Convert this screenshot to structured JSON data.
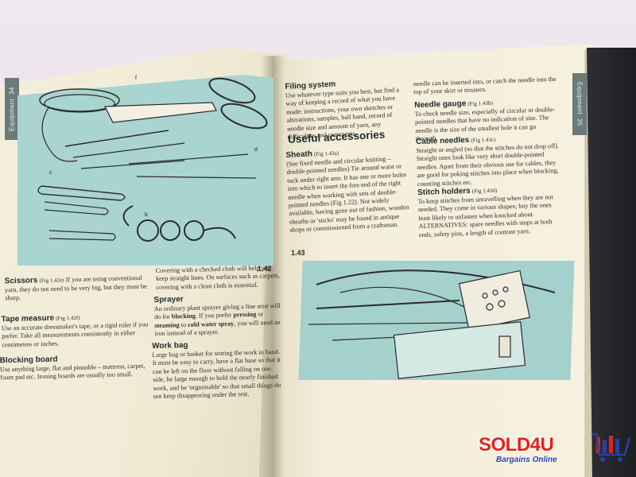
{
  "left_page": {
    "side_tab": "Equipment",
    "page_number": "34",
    "scissors": {
      "heading": "Scissors",
      "fig": "(Fig 1.42e)",
      "body": "If you are using conventional yarn, they do not need to be very big, but they must be sharp."
    },
    "tape_measure": {
      "heading": "Tape measure",
      "fig": "(Fig 1.42f)",
      "body": "Use an accurate dressmaker's tape, or a rigid ruler if you prefer. Take all measurements consistently in either centimetres or inches."
    },
    "blocking_board": {
      "heading": "Blocking board",
      "body": "Use anything large, flat and pinnable – mattress, carpet, foam pad etc. Ironing boards are usually too small."
    },
    "covering_text": "Covering with a checked cloth will help you keep straight lines. On surfaces such as carpets, covering with a clean cloth is essential.",
    "sprayer": {
      "heading": "Sprayer",
      "body_a": "An ordinary plant sprayer giving a fine mist will do for ",
      "bold_a": "blocking",
      "body_b": ". If you prefer ",
      "bold_b": "pressing",
      "body_c": " or ",
      "bold_c": "steaming",
      "body_d": " to ",
      "bold_d": "cold water spray",
      "body_e": ", you will need an iron instead of a sprayer."
    },
    "work_bag": {
      "heading": "Work bag",
      "body": "Large bag or basket for storing the work in hand. It must be easy to carry, have a flat base so that it can be left on the floor without falling on one side, be large enough to hold the nearly finished work, and be 'organisable' so that small things do not keep disappearing under the rest."
    },
    "fig_label": "1.42"
  },
  "right_page": {
    "side_tab": "Equipment",
    "page_number": "35",
    "filing_system": {
      "heading": "Filing system",
      "body": "Use whatever type suits you best, but find a way of keeping a record of what you have made: instructions, your own sketches or alterations, samples, ball band, record of needle size and amount of yarn, any difficulties and comments."
    },
    "useful_accessories": "Useful accessories",
    "sheath": {
      "heading": "Sheath",
      "fig": "(Fig 1.43a)",
      "body": "(See fixed needle and circular knitting – double-pointed needles) Tie around waist or tuck under right arm. It has one or more holes into which to insert the free end of the right needle when working with sets of double-pointed needles (Fig 1.22). Not widely available, having gone out of fashion, wooden sheaths or 'sticks' may be found in antique shops or commissioned from a craftsman."
    },
    "top_right_text": "needle can be inserted into, or catch the needle into the top of your skirt or trousers.",
    "needle_gauge": {
      "heading": "Needle gauge",
      "fig": "(Fig 1.43b)",
      "body": "To check needle size, especially of circular or double-pointed needles that have no indication of size. The needle is the size of the smallest hole it can go through."
    },
    "cable_needles": {
      "heading": "Cable needles",
      "fig": "(Fig 1.43c)",
      "body": "Straight or angled (so that the stitches do not drop off). Straight ones look like very short double-pointed needles. Apart from their obvious use for cables, they are good for poking stitches into place when blocking, counting stitches etc."
    },
    "stitch_holders": {
      "heading": "Stitch holders",
      "fig": "(Fig 1.43d)",
      "body": "To keep stitches from unravelling when they are not needed. They come in various shapes; buy the ones least likely to unfasten when knocked about. ALTERNATIVES: spare needles with stops at both ends, safety pins, a length of contrast yarn."
    },
    "fig_label": "1.43"
  },
  "watermark": {
    "brand": "SOLD4U",
    "tagline": "Bargains Online"
  },
  "colors": {
    "illustration_teal": "#a9d4cf",
    "page_cream": "#f4efdc",
    "side_tab": "#6b7b7a",
    "logo_red": "#e2231a",
    "logo_blue": "#2b3fa0"
  }
}
